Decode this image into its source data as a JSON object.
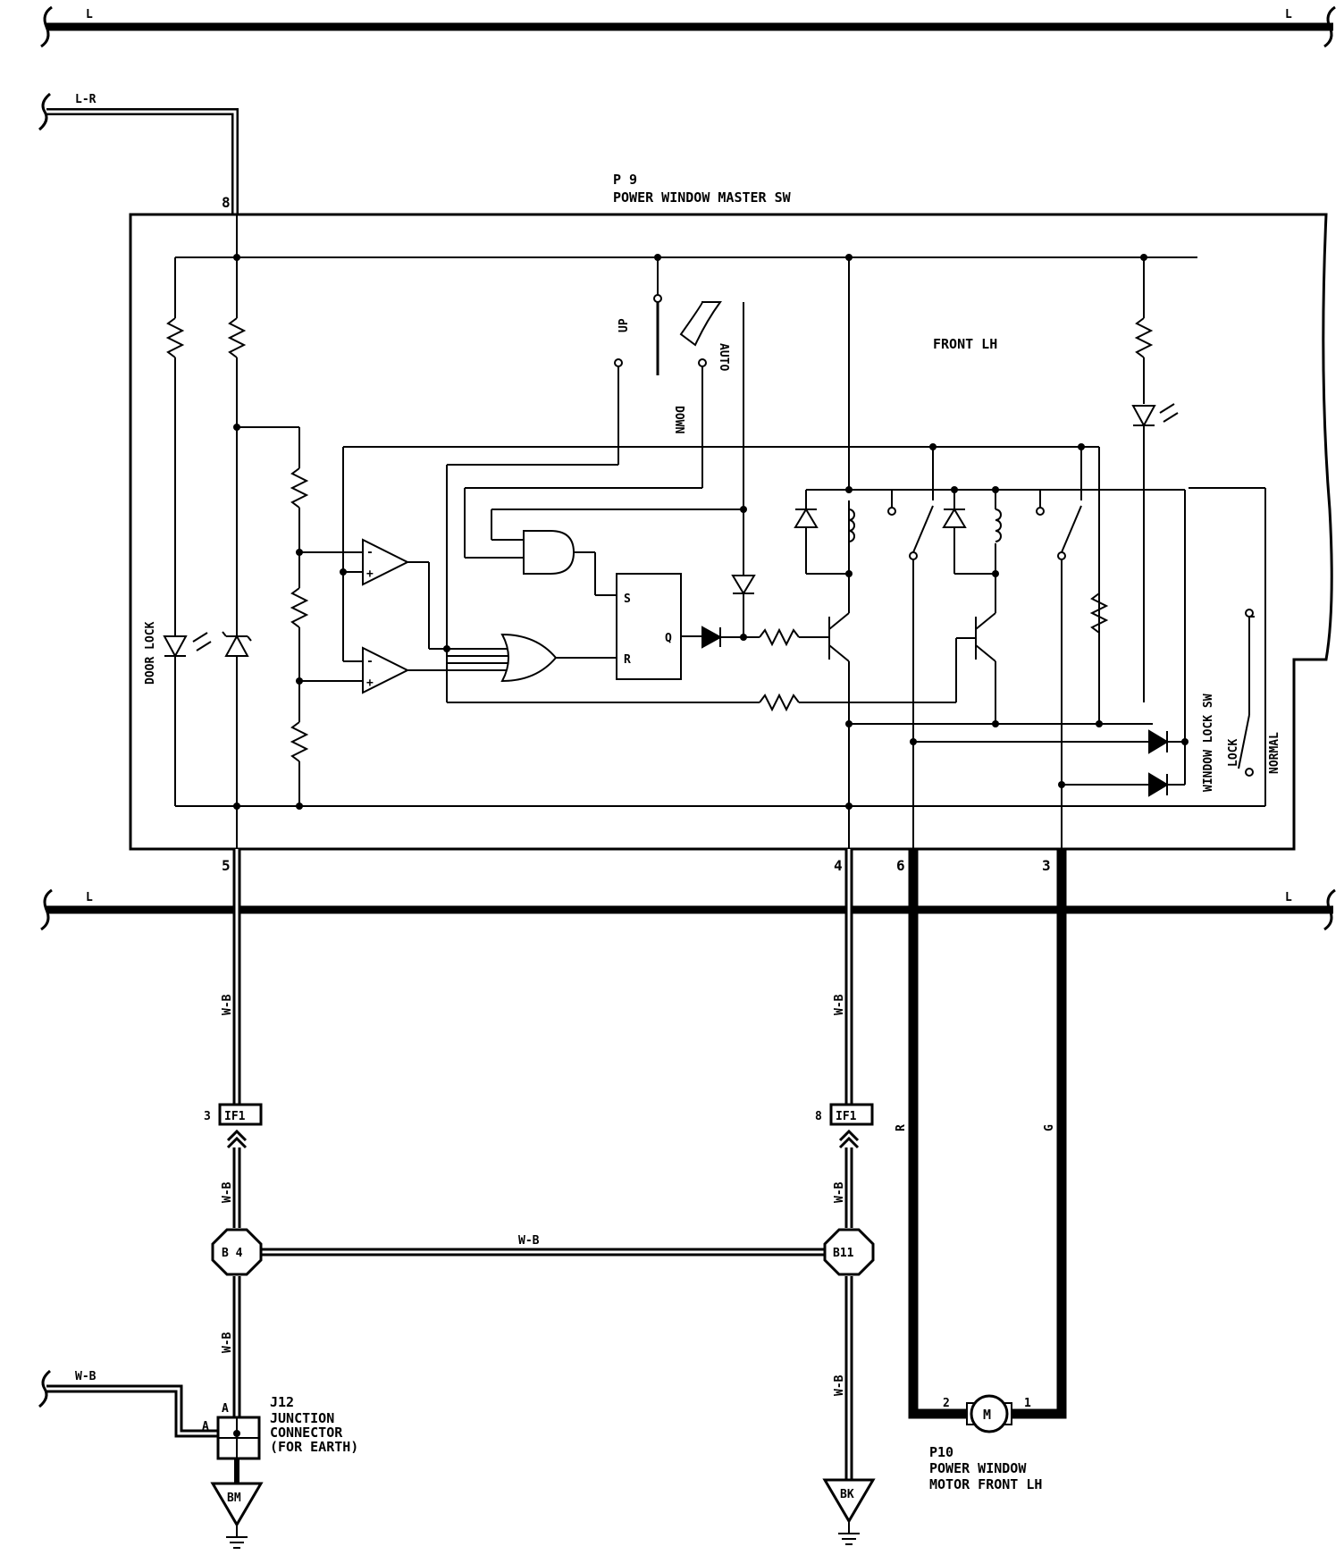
{
  "buses": {
    "top_left": "L",
    "top_right": "L",
    "mid_left": "L",
    "mid_right": "L"
  },
  "wire_in_top": "L-R",
  "wire_in_bottom": "W-B",
  "master_switch": {
    "code": "P 9",
    "name": "POWER WINDOW MASTER SW",
    "section_label": "FRONT LH",
    "door_lock_label": "DOOR LOCK",
    "up_label": "UP",
    "down_label": "DOWN",
    "auto_label": "AUTO",
    "window_lock_label": "WINDOW LOCK SW",
    "lock_label": "LOCK",
    "normal_label": "NORMAL",
    "ff_s": "S",
    "ff_r": "R",
    "ff_q": "Q",
    "op_minus_1": "-",
    "op_plus_1": "+",
    "op_minus_2": "-",
    "op_plus_2": "+"
  },
  "pins": {
    "p8": "8",
    "p5": "5",
    "p4": "4",
    "p6": "6",
    "p3": "3",
    "if1_left_pin": "3",
    "if1_right_pin": "8",
    "motor_pin_2": "2",
    "motor_pin_1": "1",
    "j12_a_top": "A",
    "j12_a_left": "A"
  },
  "wires": {
    "left_upper": "W-B",
    "left_mid": "W-B",
    "left_lower": "W-B",
    "right_upper": "W-B",
    "right_mid": "W-B",
    "right_lower": "W-B",
    "horizontal": "W-B",
    "r": "R",
    "g": "G"
  },
  "connectors": {
    "if1_left": "IF1",
    "if1_right": "IF1",
    "b4": "B 4",
    "b11": "B11"
  },
  "junction": {
    "code": "J12",
    "line1": "JUNCTION",
    "line2": "CONNECTOR",
    "line3": "(FOR EARTH)"
  },
  "grounds": {
    "left": "BM",
    "right": "BK"
  },
  "motor": {
    "symbol": "M",
    "code": "P10",
    "line1": "POWER WINDOW",
    "line2": "MOTOR FRONT LH"
  }
}
